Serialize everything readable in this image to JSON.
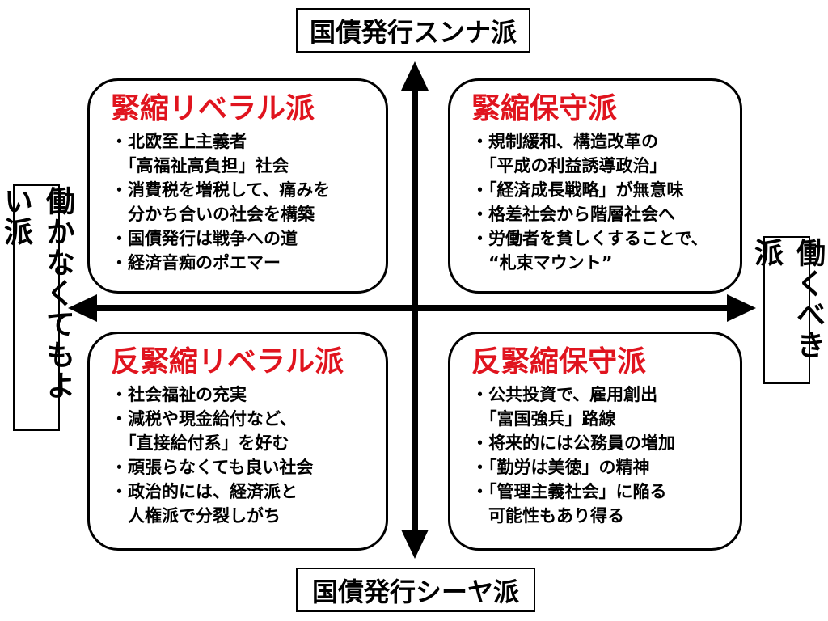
{
  "axes": {
    "top": "国債発行スンナ派",
    "bottom": "国債発行シーヤ派",
    "left": "働かなくてもよい派",
    "right": "働くべき派"
  },
  "quadrants": {
    "top_left": {
      "title": "緊縮リベラル派",
      "lines": [
        "・北欧至上主義者",
        "　「高福祉高負担」社会",
        "・消費税を増税して、痛みを",
        "　分かち合いの社会を構築",
        "・国債発行は戦争への道",
        "・経済音痴のポエマー"
      ]
    },
    "top_right": {
      "title": "緊縮保守派",
      "lines": [
        "・規制緩和、構造改革の",
        "　「平成の利益誘導政治」",
        "・「経済成長戦略」が無意味",
        "・格差社会から階層社会へ",
        "・労働者を貧しくすることで、",
        "　“札束マウント”"
      ]
    },
    "bottom_left": {
      "title": "反緊縮リベラル派",
      "lines": [
        "・社会福祉の充実",
        "・減税や現金給付など、",
        "　「直接給付系」を好む",
        "・頑張らなくても良い社会",
        "・政治的には、経済派と",
        "　人権派で分裂しがち"
      ]
    },
    "bottom_right": {
      "title": "反緊縮保守派",
      "lines": [
        "・公共投資で、雇用創出",
        "　「富国強兵」路線",
        "・将来的には公務員の増加",
        "・「勤労は美徳」の精神",
        "・「管理主義社会」に陥る",
        "　可能性もあり得る"
      ]
    }
  },
  "colors": {
    "title": "#e0141e",
    "text": "#000000",
    "border": "#000000"
  }
}
